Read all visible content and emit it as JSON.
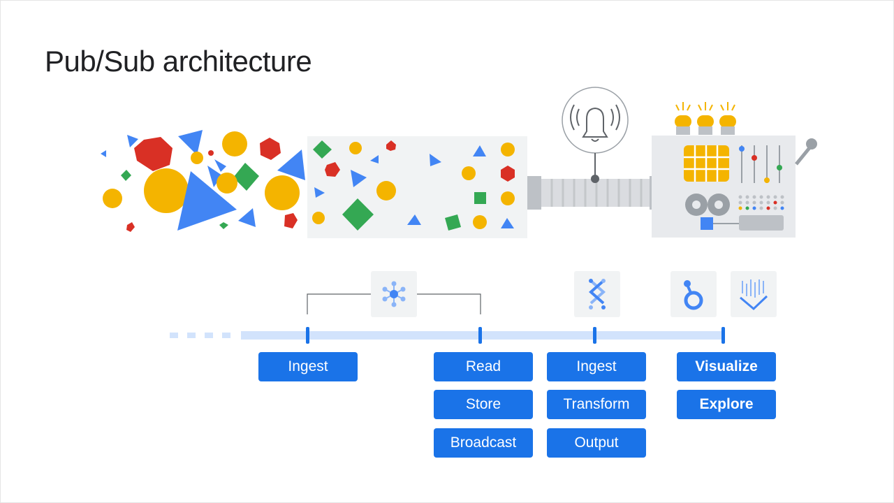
{
  "title": "Pub/Sub architecture",
  "colors": {
    "blue": "#4285f4",
    "red": "#d93025",
    "yellow": "#f4b400",
    "green": "#34a853",
    "tag_blue": "#1a73e8",
    "timeline": "#d2e3fc"
  },
  "icons": {
    "pubsub": "pubsub-icon",
    "dataflow": "dataflow-icon",
    "looker": "looker-icon",
    "datalab": "data-studio-icon",
    "bell": "bell-icon"
  },
  "groups": {
    "ingest": [
      "Ingest"
    ],
    "pubsub": [
      "Read",
      "Store",
      "Broadcast"
    ],
    "dataflow": [
      "Ingest",
      "Transform",
      "Output"
    ],
    "analytics": [
      "Visualize",
      "Explore"
    ]
  }
}
